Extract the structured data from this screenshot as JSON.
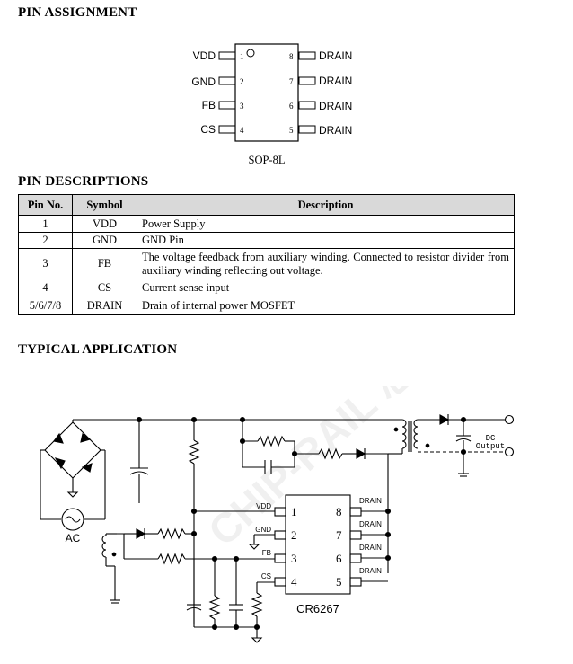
{
  "sections": {
    "pin_assignment": "PIN ASSIGNMENT",
    "pin_descriptions": "PIN DESCRIPTIONS",
    "typical_application": "TYPICAL APPLICATION"
  },
  "package": {
    "name": "SOP-8L",
    "left_pins": [
      {
        "num": "1",
        "name": "VDD"
      },
      {
        "num": "2",
        "name": "GND"
      },
      {
        "num": "3",
        "name": "FB"
      },
      {
        "num": "4",
        "name": "CS"
      }
    ],
    "right_pins": [
      {
        "num": "8",
        "name": "DRAIN"
      },
      {
        "num": "7",
        "name": "DRAIN"
      },
      {
        "num": "6",
        "name": "DRAIN"
      },
      {
        "num": "5",
        "name": "DRAIN"
      }
    ]
  },
  "table": {
    "headers": [
      "Pin No.",
      "Symbol",
      "Description"
    ],
    "rows": [
      [
        "1",
        "VDD",
        "Power Supply"
      ],
      [
        "2",
        "GND",
        "GND Pin"
      ],
      [
        "3",
        "FB",
        "The voltage feedback from auxiliary winding. Connected to resistor divider from auxiliary winding reflecting out voltage."
      ],
      [
        "4",
        "CS",
        "Current sense input"
      ],
      [
        "5/6/7/8",
        "DRAIN",
        "Drain of internal power MOSFET"
      ]
    ]
  },
  "circuit": {
    "ac_label": "AC",
    "dc_label_1": "DC",
    "dc_label_2": "Output",
    "chip_name": "CR6267",
    "left_pins": [
      {
        "num": "1",
        "name": "VDD"
      },
      {
        "num": "2",
        "name": "GND"
      },
      {
        "num": "3",
        "name": "FB"
      },
      {
        "num": "4",
        "name": "CS"
      }
    ],
    "right_pins": [
      {
        "num": "8",
        "name": "DRAIN"
      },
      {
        "num": "7",
        "name": "DRAIN"
      },
      {
        "num": "6",
        "name": "DRAIN"
      },
      {
        "num": "5",
        "name": "DRAIN"
      }
    ]
  },
  "watermark": "CHIP-RAIL 芯电子"
}
